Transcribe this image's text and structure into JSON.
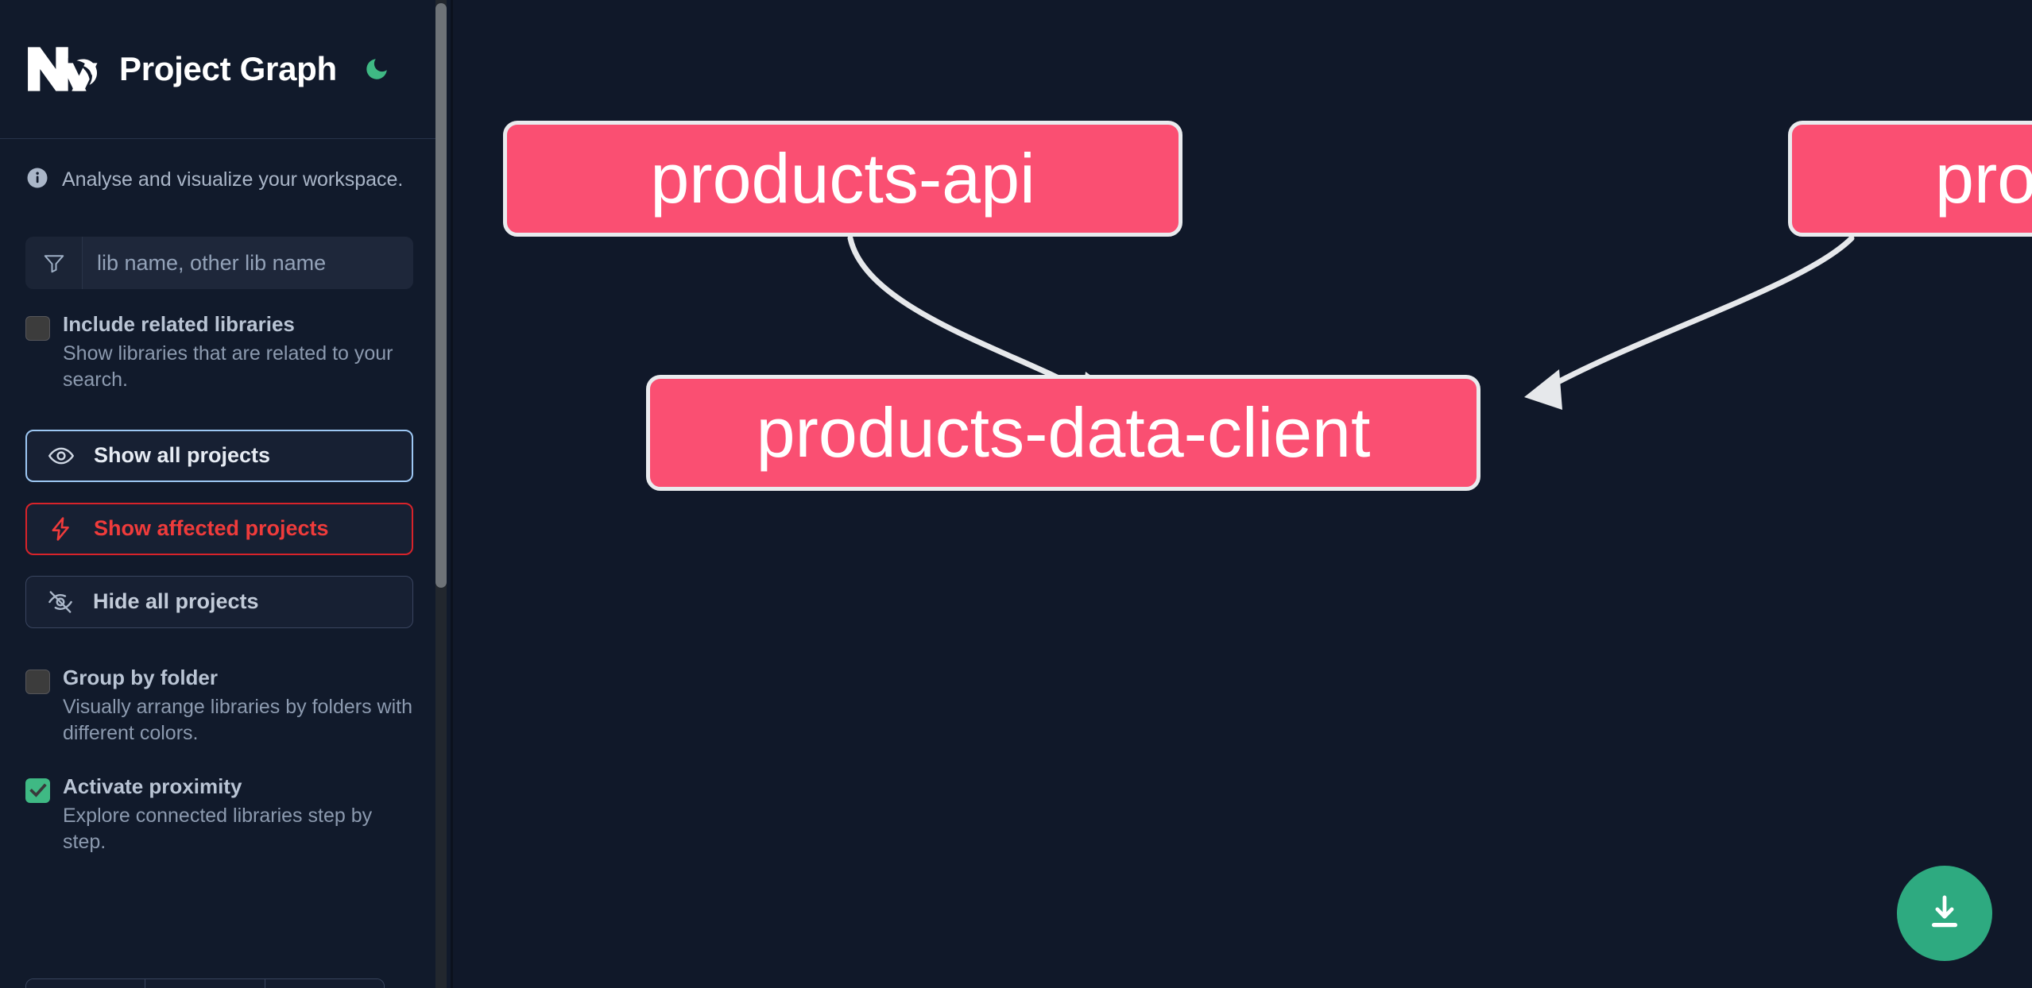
{
  "sidebar": {
    "header": {
      "logo_icon": "nx-logo-icon",
      "title": "Project Graph",
      "theme_toggle_icon": "moon-icon",
      "theme_toggle_color": "#3fb984"
    },
    "tagline": {
      "icon": "info-icon",
      "text": "Analyse and visualize your workspace."
    },
    "search": {
      "icon": "filter-funnel-icon",
      "value": "",
      "placeholder": "lib name, other lib name"
    },
    "options": [
      {
        "id": "include-related-libraries",
        "label": "Include related libraries",
        "description": "Show libraries that are related to your search.",
        "checked": false
      },
      {
        "id": "group-by-folder",
        "label": "Group by folder",
        "description": "Visually arrange libraries by folders with different colors.",
        "checked": false
      },
      {
        "id": "activate-proximity",
        "label": "Activate proximity",
        "description": "Explore connected libraries step by step.",
        "checked": true
      }
    ],
    "buttons": [
      {
        "id": "show-all-projects",
        "label": "Show all projects",
        "icon": "eye-icon",
        "style": "primary",
        "border_color": "#9dc7f3"
      },
      {
        "id": "show-affected-projects",
        "label": "Show affected projects",
        "icon": "lightning-bolt-icon",
        "style": "danger",
        "border_color": "#d8232a",
        "text_color": "#ef3b3b"
      },
      {
        "id": "hide-all-projects",
        "label": "Hide all projects",
        "icon": "eye-slash-icon",
        "style": "muted",
        "border_color": "#3a4560"
      }
    ],
    "scrollbar": {
      "thumb_color": "#6e7378",
      "track_color": "#22272e"
    }
  },
  "graph": {
    "background_color": "#101829",
    "node_fill": "#fa4f72",
    "node_border": "#e9ebee",
    "edge_color": "#e6e8eb",
    "nodes": [
      {
        "id": "products-api",
        "label": "products-api"
      },
      {
        "id": "products-cli",
        "label": "products-cli"
      },
      {
        "id": "products-data-client",
        "label": "products-data-client"
      }
    ],
    "edges": [
      {
        "from": "products-api",
        "to": "products-data-client"
      },
      {
        "from": "products-cli",
        "to": "products-data-client"
      }
    ],
    "download_button": {
      "icon": "download-icon",
      "color": "#2eaa80"
    }
  }
}
